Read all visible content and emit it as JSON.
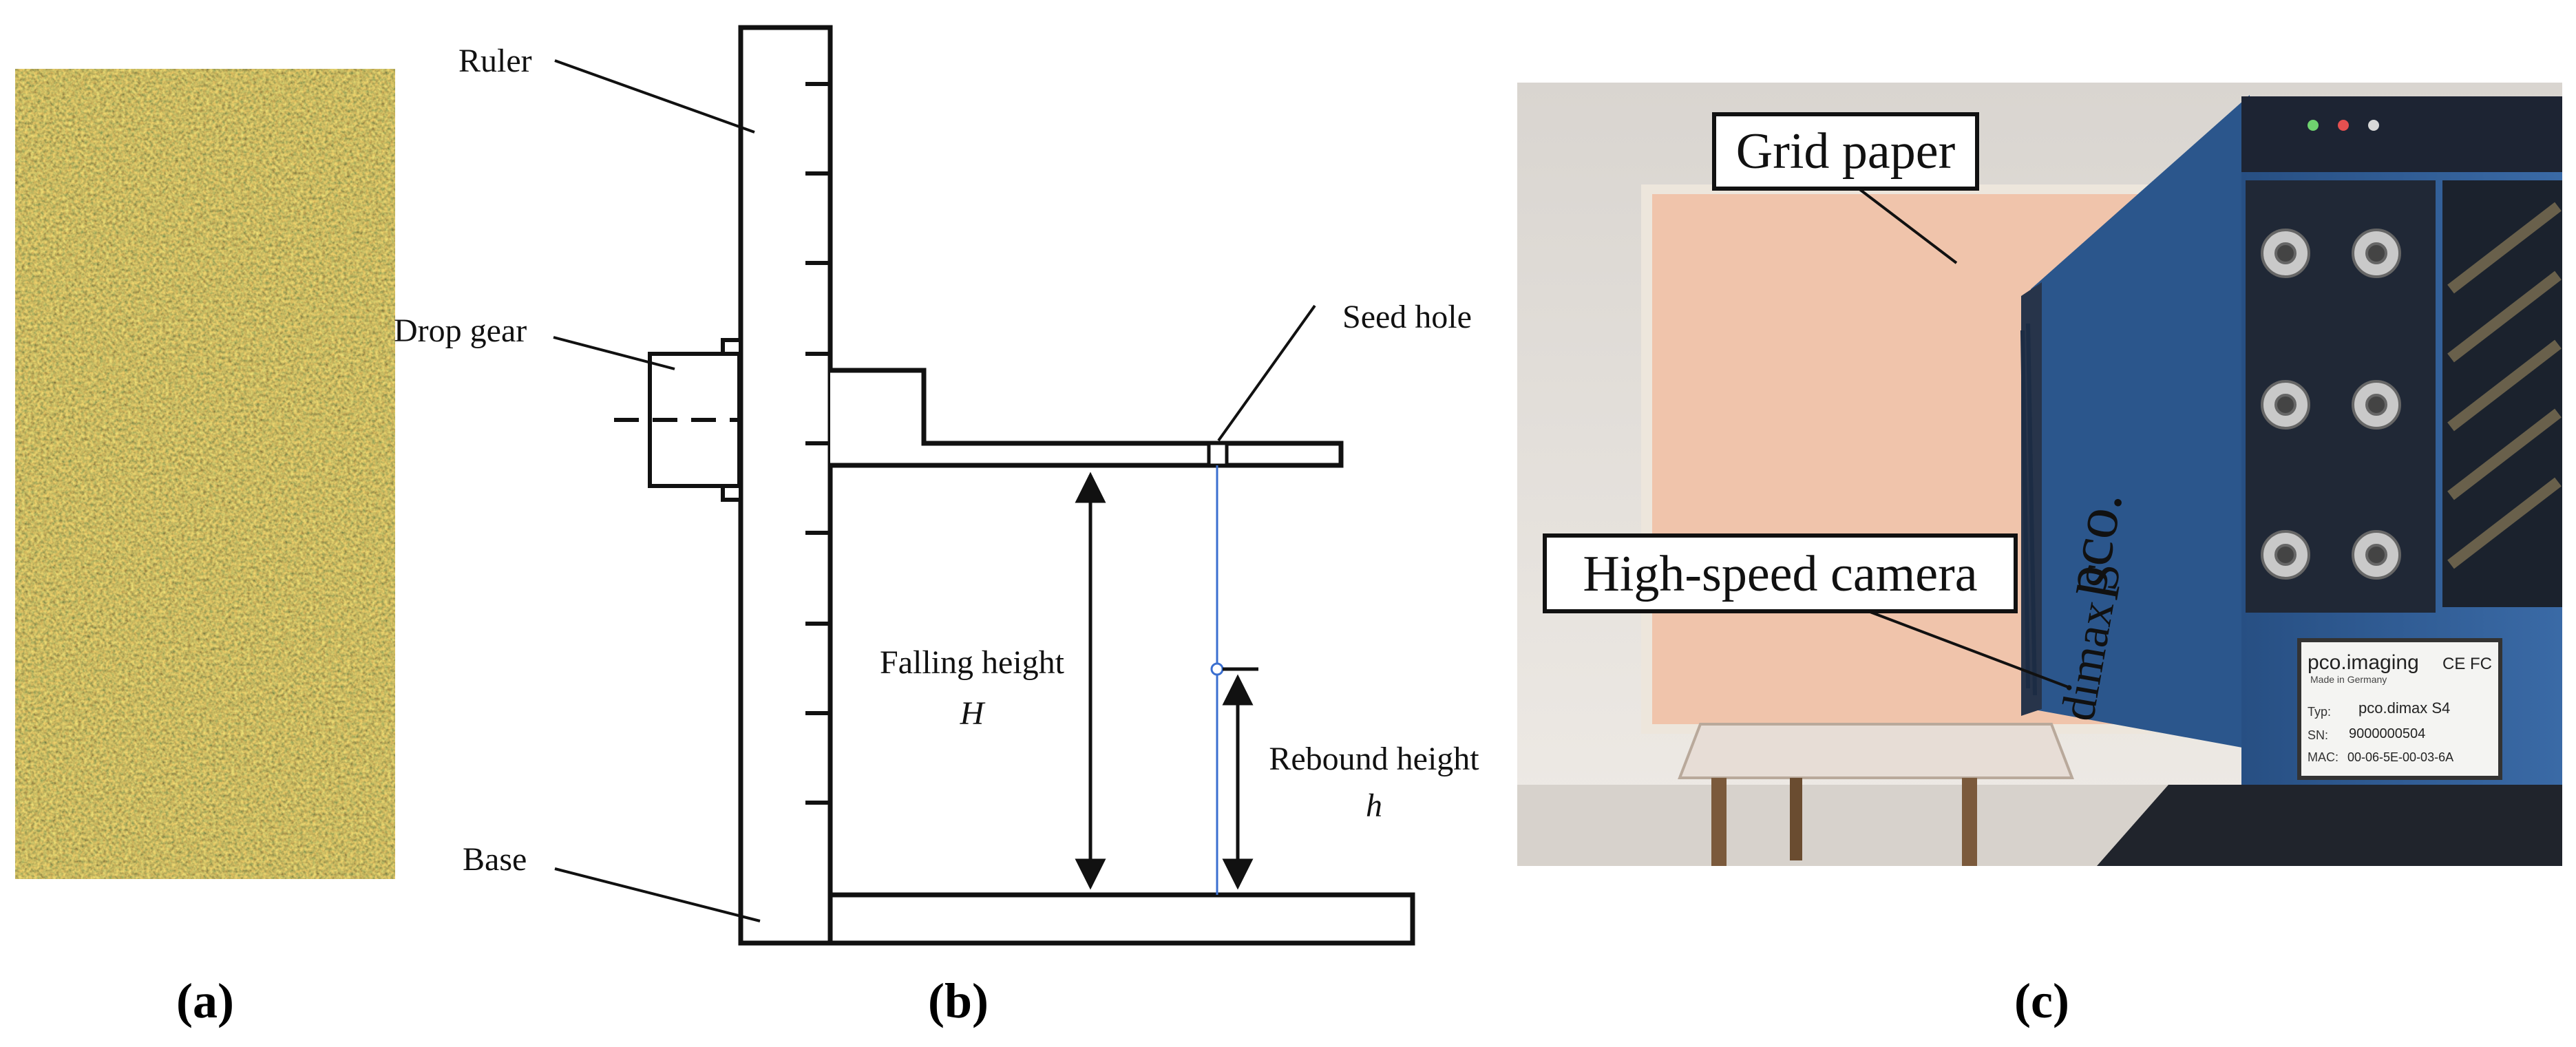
{
  "panel_a": {
    "caption": "(a)"
  },
  "panel_b": {
    "caption": "(b)",
    "labels": {
      "ruler": "Ruler",
      "drop_gear": "Drop gear",
      "seed_hole": "Seed hole",
      "falling_height": "Falling height",
      "falling_symbol": "H",
      "rebound_height": "Rebound height",
      "rebound_symbol": "h",
      "base": "Base"
    }
  },
  "panel_c": {
    "caption": "(c)",
    "labels": {
      "grid_paper": "Grid paper",
      "high_speed_camera": "High-speed camera"
    },
    "camera_text": {
      "brand_side": "pco.",
      "model_side": "dimax S",
      "plate_brand": "pco.imaging",
      "plate_ce": "CE FC",
      "plate_made": "Made in Germany",
      "plate_type_key": "Typ:",
      "plate_type_val": "pco.dimax S4",
      "plate_sn_key": "SN:",
      "plate_sn_val": "9000000504",
      "plate_mac_key": "MAC:",
      "plate_mac_val": "00-06-5E-00-03-6A"
    }
  },
  "colors": {
    "seed_bg": "#6b5220",
    "camera_blue": "#2e5d95",
    "grid_paper": "#f0c4ab",
    "wall": "#e6e1dc",
    "guide_line": "#3b6fd0"
  }
}
